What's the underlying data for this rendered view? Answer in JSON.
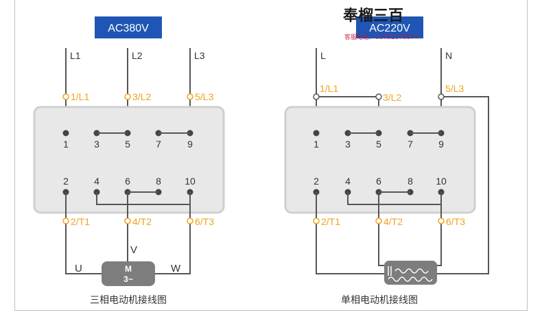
{
  "colors": {
    "wire": "#555555",
    "terminal_orange": "#f0a31d",
    "box_fill": "#e8e8e8",
    "box_stroke": "#cfcfcf",
    "voltage_bg": "#1f56b5",
    "motor_fill": "#7d7d7d",
    "watermark_red": "#c8102e"
  },
  "left": {
    "voltage": "AC380V",
    "lines": [
      "L1",
      "L2",
      "L3"
    ],
    "top_terminals": [
      "1/L1",
      "3/L2",
      "5/L3"
    ],
    "bottom_terminals": [
      "2/T1",
      "4/T2",
      "6/T3"
    ],
    "top_pins": [
      "1",
      "3",
      "5",
      "7",
      "9"
    ],
    "bottom_pins": [
      "2",
      "4",
      "6",
      "8",
      "10"
    ],
    "phase_u": "U",
    "phase_v": "V",
    "phase_w": "W",
    "motor_line1": "M",
    "motor_line2": "3~",
    "caption": "三相电动机接线图"
  },
  "right": {
    "voltage": "AC220V",
    "lines": [
      "L",
      "N"
    ],
    "top_terminals": [
      "1/L1",
      "3/L2",
      "5/L3"
    ],
    "bottom_terminals": [
      "2/T1",
      "4/T2",
      "6/T3"
    ],
    "top_pins": [
      "1",
      "3",
      "5",
      "7",
      "9"
    ],
    "bottom_pins": [
      "2",
      "4",
      "6",
      "8",
      "10"
    ],
    "caption": "单相电动机接线图"
  },
  "watermark": {
    "brand": "奉榴三百",
    "phone": "客服电话：13752170877"
  }
}
